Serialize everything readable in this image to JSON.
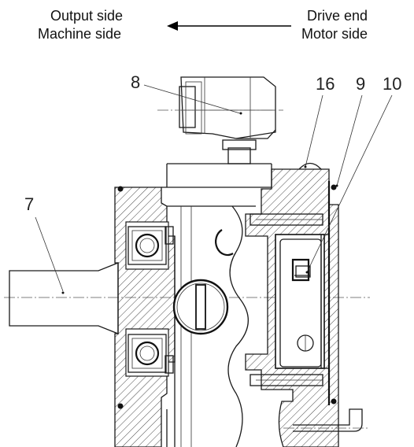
{
  "labels": {
    "output_line1": "Output side",
    "output_line2": "Machine side",
    "drive_line1": "Drive end",
    "drive_line2": "Motor side"
  },
  "callouts": {
    "c7": "7",
    "c8": "8",
    "c16": "16",
    "c9": "9",
    "c10": "10"
  },
  "colors": {
    "line": "#1a1a1a",
    "background": "#ffffff"
  }
}
